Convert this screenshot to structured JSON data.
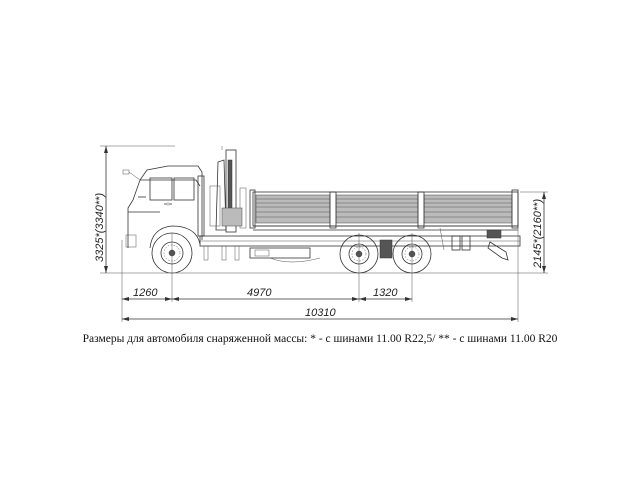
{
  "drawing": {
    "subject": "truck-with-crane-side-view",
    "dimensions": {
      "overall_height": "3325*(3340**)",
      "platform_height": "2145*(2160**)",
      "front_overhang": "1260",
      "wheelbase": "4970",
      "rear_axle_spacing": "1320",
      "overall_length": "10310"
    },
    "caption": "Размеры для автомобиля снаряженной массы: * - с шинами 11.00 R22,5/ ** - с шинами 11.00 R20"
  }
}
